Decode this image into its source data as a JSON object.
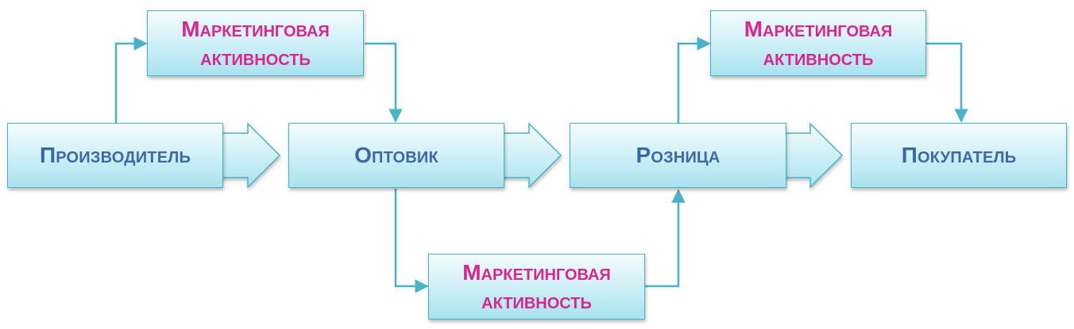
{
  "nodes": {
    "producer": "Производитель",
    "wholesaler": "Оптовик",
    "retail": "Розница",
    "buyer": "Покупатель"
  },
  "marketing": {
    "line1": "Маркетинговая",
    "line2": "активность"
  },
  "colors": {
    "main_text": "#3e67a8",
    "marketing_text": "#d9268f",
    "border": "#49b2c6",
    "fill_top": "#f4fcfe",
    "fill_bottom": "#a9e2ee",
    "connector": "#49b2c6"
  }
}
